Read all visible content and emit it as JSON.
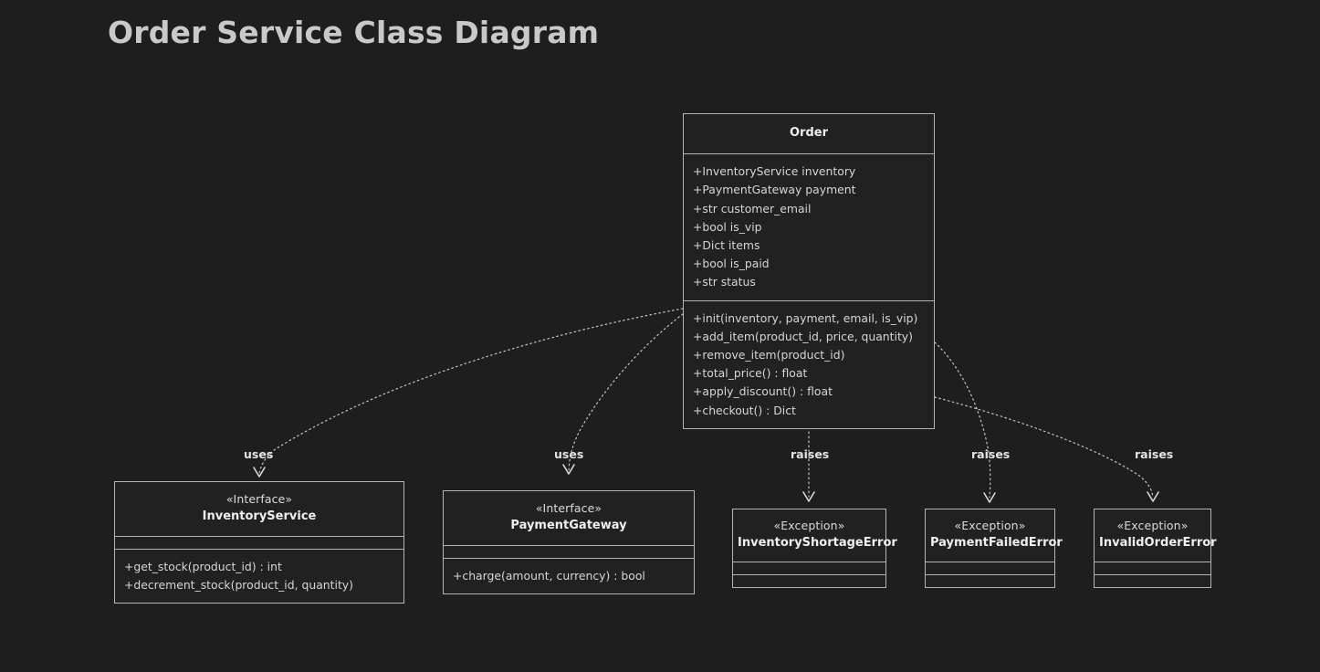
{
  "title": "Order Service Class Diagram",
  "colors": {
    "background": "#1e1e1e",
    "box_fill": "#212121",
    "box_border": "#b5b5b5",
    "text": "#d8d8d8",
    "title_text": "#c9c9c9",
    "edge": "#c4c4c4"
  },
  "classes": {
    "order": {
      "name": "Order",
      "stereotype": "",
      "attributes": [
        "+InventoryService inventory",
        "+PaymentGateway payment",
        "+str customer_email",
        "+bool is_vip",
        "+Dict items",
        "+bool is_paid",
        "+str status"
      ],
      "methods": [
        "+init(inventory, payment, email, is_vip)",
        "+add_item(product_id, price, quantity)",
        "+remove_item(product_id)",
        "+total_price() : float",
        "+apply_discount() : float",
        "+checkout() : Dict"
      ]
    },
    "inventory_service": {
      "name": "InventoryService",
      "stereotype": "«Interface»",
      "attributes": [],
      "methods": [
        "+get_stock(product_id) : int",
        "+decrement_stock(product_id, quantity)"
      ]
    },
    "payment_gateway": {
      "name": "PaymentGateway",
      "stereotype": "«Interface»",
      "attributes": [],
      "methods": [
        "+charge(amount, currency) : bool"
      ]
    },
    "inventory_shortage_error": {
      "name": "InventoryShortageError",
      "stereotype": "«Exception»",
      "attributes": [],
      "methods": []
    },
    "payment_failed_error": {
      "name": "PaymentFailedError",
      "stereotype": "«Exception»",
      "attributes": [],
      "methods": []
    },
    "invalid_order_error": {
      "name": "InvalidOrderError",
      "stereotype": "«Exception»",
      "attributes": [],
      "methods": []
    }
  },
  "relationships": [
    {
      "id": "order-uses-inventoryservice",
      "label": "uses",
      "from": "Order",
      "to": "InventoryService"
    },
    {
      "id": "order-uses-paymentgateway",
      "label": "uses",
      "from": "Order",
      "to": "PaymentGateway"
    },
    {
      "id": "order-raises-inventoryerror",
      "label": "raises",
      "from": "Order",
      "to": "InventoryShortageError"
    },
    {
      "id": "order-raises-paymenterror",
      "label": "raises",
      "from": "Order",
      "to": "PaymentFailedError"
    },
    {
      "id": "order-raises-invalidorder",
      "label": "raises",
      "from": "Order",
      "to": "InvalidOrderError"
    }
  ]
}
